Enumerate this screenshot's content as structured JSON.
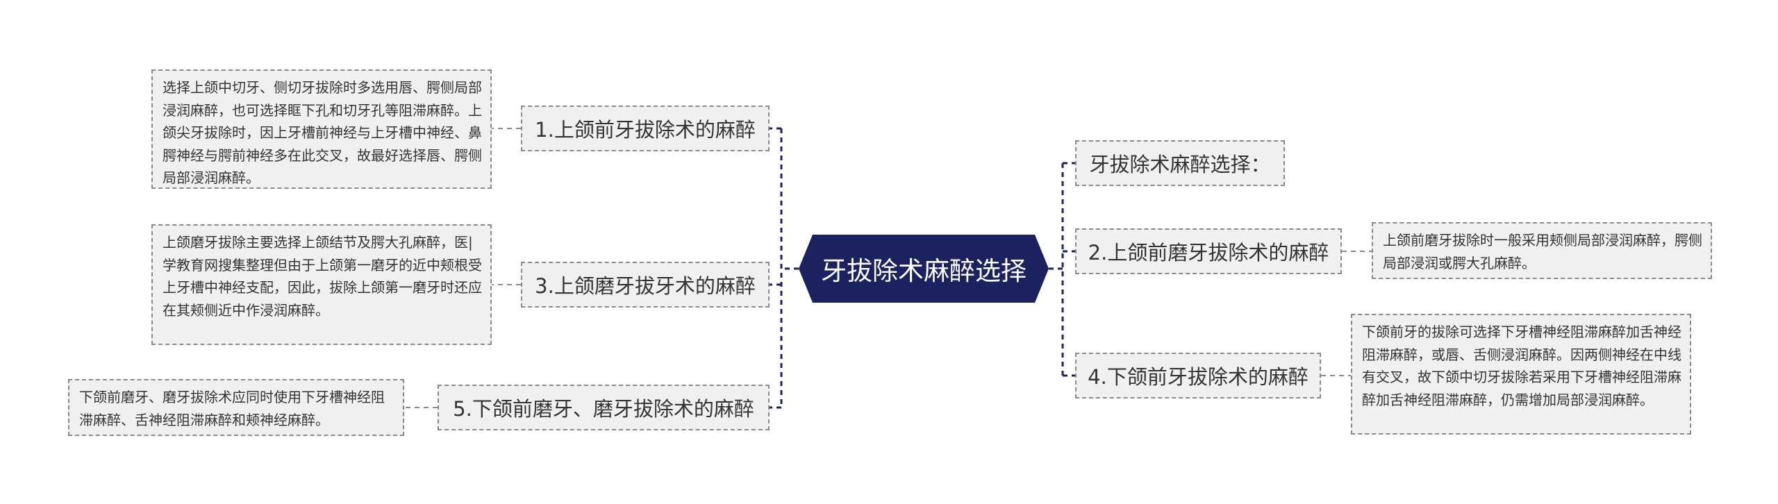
{
  "central_topic": "牙拔除术麻醉选择",
  "left_branches": [
    {
      "label": "1.上颌前牙拔除术的麻醉",
      "detail": "选择上颌中切牙、侧切牙拔除时多选用唇、腭侧局部浸润麻醉，也可选择眶下孔和切牙孔等阻滞麻醉。上颌尖牙拔除时，因上牙槽前神经与上牙槽中神经、鼻腭神经与腭前神经多在此交叉，故最好选择唇、腭侧局部浸润麻醉。"
    },
    {
      "label": "3.上颌磨牙拔牙术的麻醉",
      "detail": "上颌磨牙拔除主要选择上颌结节及腭大孔麻醉，医|学教育网搜集整理但由于上颌第一磨牙的近中颊根受上牙槽中神经支配，因此，拔除上颌第一磨牙时还应在其颊侧近中作浸润麻醉。"
    },
    {
      "label": "5.下颌前磨牙、磨牙拔除术的麻醉",
      "detail": "下颌前磨牙、磨牙拔除术应同时使用下牙槽神经阻滞麻醉、舌神经阻滞麻醉和颊神经麻醉。"
    }
  ],
  "right_branches": [
    {
      "label": "牙拔除术麻醉选择："
    },
    {
      "label": "2.上颌前磨牙拔除术的麻醉",
      "detail": "上颌前磨牙拔除时一般采用颊侧局部浸润麻醉，腭侧局部浸润或腭大孔麻醉。"
    },
    {
      "label": "4.下颌前牙拔除术的麻醉",
      "detail": "下颌前牙的拔除可选择下牙槽神经阻滞麻醉加舌神经阻滞麻醉，或唇、舌侧浸润麻醉。因两侧神经在中线有交叉，故下颌中切牙拔除若采用下牙槽神经阻滞麻醉加舌神经阻滞麻醉，仍需增加局部浸润麻醉。"
    }
  ],
  "colors": {
    "central_fill": "#1c2260",
    "central_text": "#ffffff",
    "connector": "#1c2260",
    "node_fill": "#f0f0f0",
    "node_border": "#8a8a8a",
    "node_text": "#333333"
  }
}
